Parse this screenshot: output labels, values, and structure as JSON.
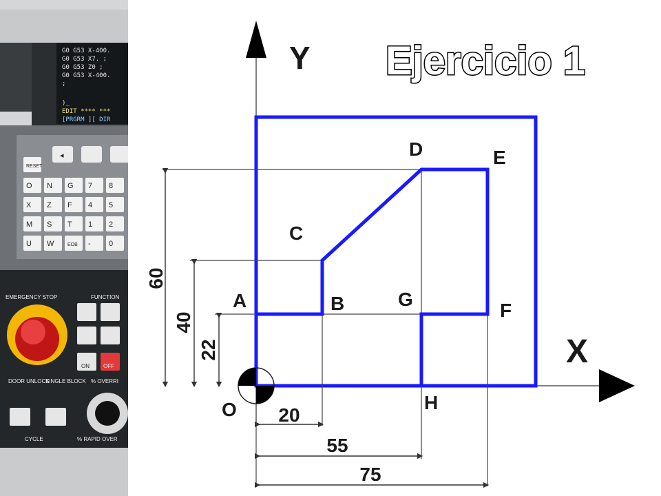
{
  "title": "Ejercicio 1",
  "axes": {
    "x": "X",
    "y": "Y"
  },
  "points": [
    {
      "id": "O",
      "label": "O"
    },
    {
      "id": "A",
      "label": "A"
    },
    {
      "id": "B",
      "label": "B"
    },
    {
      "id": "C",
      "label": "C"
    },
    {
      "id": "D",
      "label": "D"
    },
    {
      "id": "E",
      "label": "E"
    },
    {
      "id": "F",
      "label": "F"
    },
    {
      "id": "G",
      "label": "G"
    },
    {
      "id": "H",
      "label": "H"
    }
  ],
  "dimensions": {
    "vertical": [
      "60",
      "40",
      "22"
    ],
    "horizontal": [
      "20",
      "55",
      "75"
    ]
  },
  "machine_panel": {
    "screen_lines": [
      "G0 G53 X-400.",
      "G0 G53 X7. ;",
      "G0 G53 Z0 ;",
      "G0 G53 X-400.",
      ";",
      ")_",
      "EDIT **** ***",
      "[PRGRM ][ DIR"
    ],
    "keys": [
      "RESET",
      "O",
      "N",
      "G",
      "7",
      "8",
      "X",
      "Z",
      "F",
      "4",
      "5",
      "M",
      "S",
      "T",
      "1",
      "2",
      "U",
      "W",
      "EOB",
      "-",
      "0"
    ],
    "labels": {
      "emergency_stop": "EMERGENCY STOP",
      "function": "FUNCTION",
      "door_unlock": "DOOR UNLOCK",
      "single_block": "SINGLE BLOCK",
      "cycle": "CYCLE",
      "override": "% OVERRI",
      "rapid_override": "% RAPID OVER",
      "on": "ON",
      "off": "OFF"
    },
    "colors": {
      "stop_button": "#e02424",
      "stop_ring": "#f2b707",
      "panel_dark": "#202326"
    }
  },
  "colors": {
    "path": "#1a1aff",
    "lines": "#333333"
  }
}
